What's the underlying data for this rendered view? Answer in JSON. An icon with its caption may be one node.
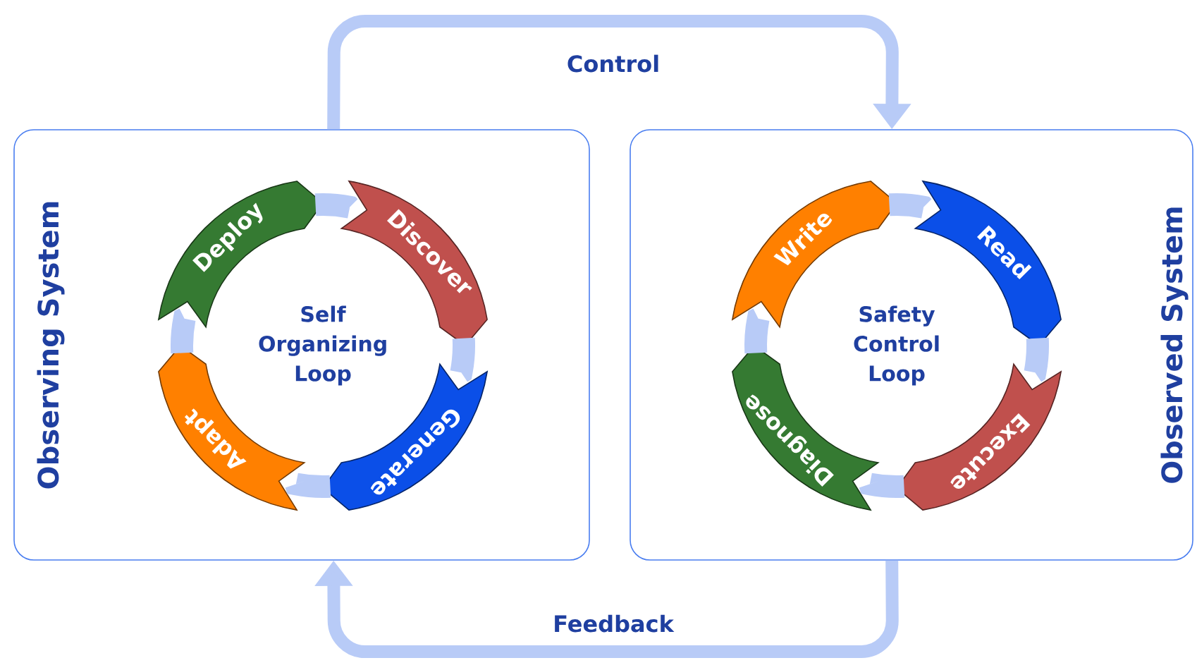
{
  "diagram": {
    "nodes": [
      {
        "text": [
          "Observing System"
        ]
      },
      {
        "text": [
          "Self Organizing Loop"
        ],
        "in": 0
      },
      {
        "text": [
          "Deploy"
        ],
        "in": 0
      },
      {
        "text": [
          "Discover"
        ],
        "in": 0
      },
      {
        "text": [
          "Generate"
        ],
        "in": 0
      },
      {
        "text": [
          "Adapt"
        ],
        "in": 0
      },
      {
        "text": [
          "Observed System"
        ]
      },
      {
        "text": [
          "Safety Control Loop"
        ],
        "in": 6
      },
      {
        "text": [
          "Write"
        ],
        "in": 6
      },
      {
        "text": [
          "Read"
        ],
        "in": 6
      },
      {
        "text": [
          "Execute"
        ],
        "in": 6
      },
      {
        "text": [
          "Diagnose"
        ],
        "in": 6
      }
    ],
    "edges": [
      {
        "from": 0,
        "to": 6,
        "arrow": "to",
        "label": "Control"
      },
      {
        "from": 6,
        "to": 0,
        "arrow": "to",
        "label": "Feedback"
      },
      {
        "from": 2,
        "to": 3,
        "arrow": "none"
      },
      {
        "from": 3,
        "to": 4,
        "arrow": "none"
      },
      {
        "from": 4,
        "to": 5,
        "arrow": "none"
      },
      {
        "from": 5,
        "to": 2,
        "arrow": "none"
      },
      {
        "from": 8,
        "to": 9,
        "arrow": "none"
      },
      {
        "from": 9,
        "to": 10,
        "arrow": "none"
      },
      {
        "from": 10,
        "to": 11,
        "arrow": "none"
      },
      {
        "from": 11,
        "to": 8,
        "arrow": "none"
      }
    ]
  }
}
